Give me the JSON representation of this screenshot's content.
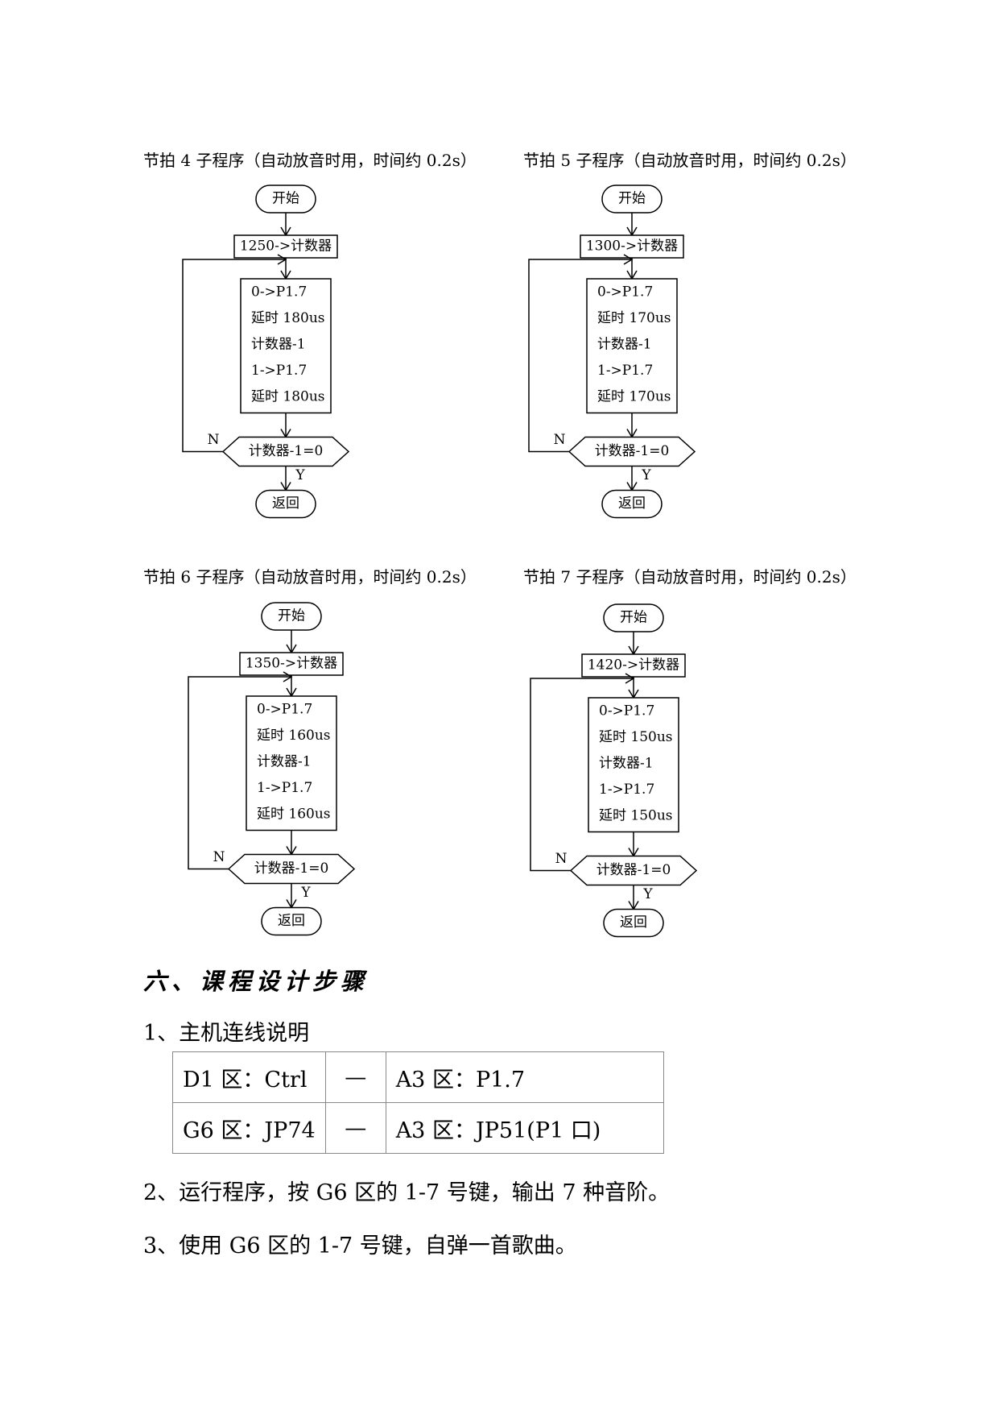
{
  "flowcharts": [
    {
      "title": "节拍 4 子程序（自动放音时用，时间约 0.2s）",
      "start": "开始",
      "init": "1250->计数器",
      "body": [
        "0->P1.7",
        "延时 180us",
        "计数器-1",
        "1->P1.7",
        "延时 180us"
      ],
      "decision": "计数器-1=0",
      "no": "N",
      "yes": "Y",
      "end": "返回"
    },
    {
      "title": "节拍 5 子程序（自动放音时用，时间约 0.2s）",
      "start": "开始",
      "init": "1300->计数器",
      "body": [
        "0->P1.7",
        "延时 170us",
        "计数器-1",
        "1->P1.7",
        "延时 170us"
      ],
      "decision": "计数器-1=0",
      "no": "N",
      "yes": "Y",
      "end": "返回"
    },
    {
      "title": "节拍 6 子程序（自动放音时用，时间约 0.2s）",
      "start": "开始",
      "init": "1350->计数器",
      "body": [
        "0->P1.7",
        "延时 160us",
        "计数器-1",
        "1->P1.7",
        "延时 160us"
      ],
      "decision": "计数器-1=0",
      "no": "N",
      "yes": "Y",
      "end": "返回"
    },
    {
      "title": "节拍 7 子程序（自动放音时用，时间约 0.2s）",
      "start": "开始",
      "init": "1420->计数器",
      "body": [
        "0->P1.7",
        "延时 150us",
        "计数器-1",
        "1->P1.7",
        "延时 150us"
      ],
      "decision": "计数器-1=0",
      "no": "N",
      "yes": "Y",
      "end": "返回"
    }
  ],
  "section_heading": "六、课程设计步骤",
  "step1": "1、主机连线说明",
  "wiring_table": [
    [
      "D1 区：Ctrl",
      "—",
      "A3 区：P1.7"
    ],
    [
      "G6 区：JP74",
      "—",
      "A3 区：JP51(P1 口)"
    ]
  ],
  "step2": "2、运行程序，按 G6 区的 1-7 号键，输出 7 种音阶。",
  "step3": "3、使用 G6 区的 1-7 号键，自弹一首歌曲。"
}
